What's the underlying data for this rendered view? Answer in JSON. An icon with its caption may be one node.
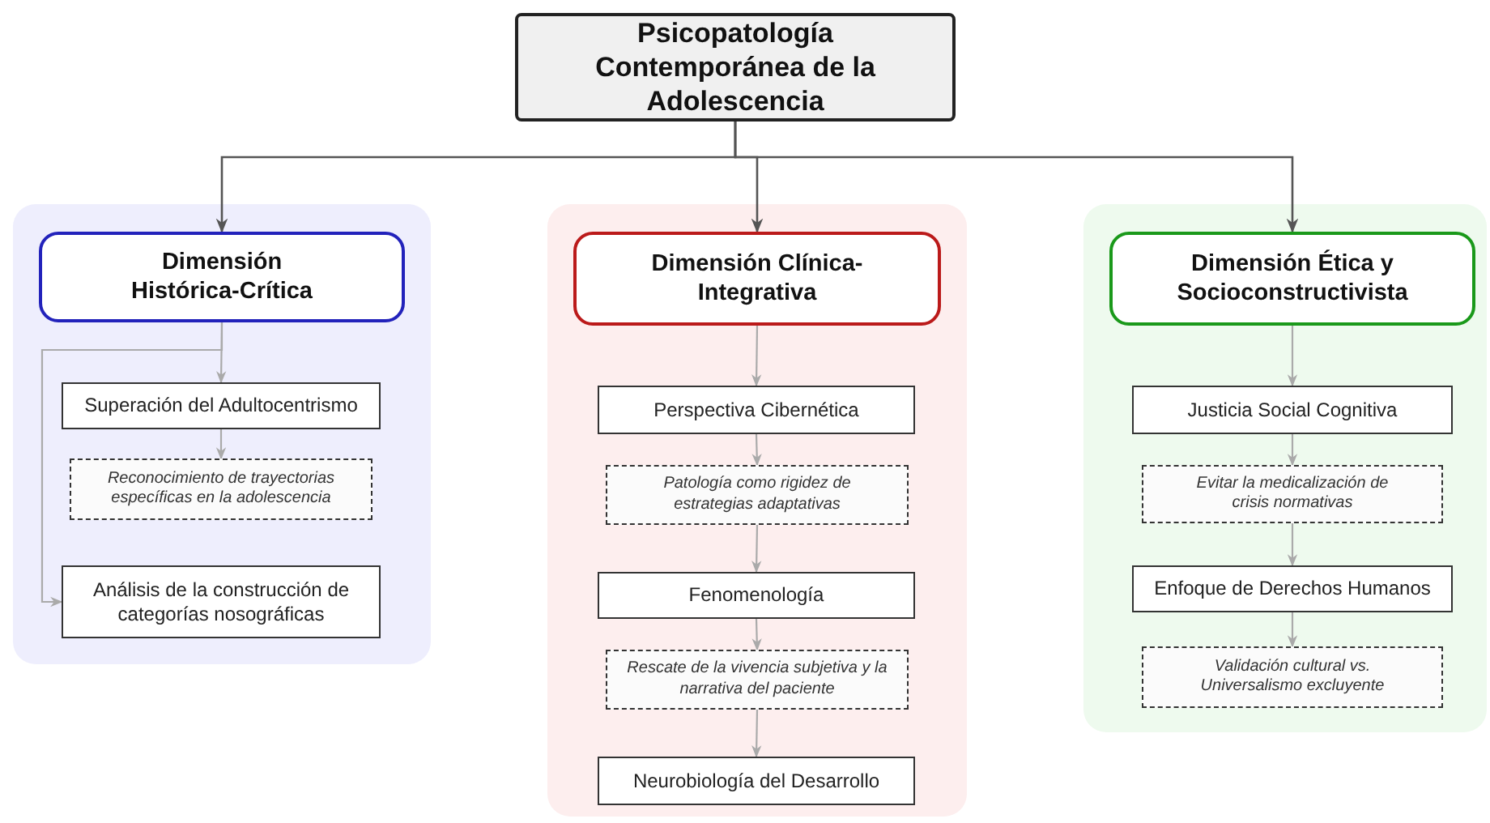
{
  "diagram": {
    "nodes": [
      {
        "text": [
          "Psicopatología Contemporánea de la Adolescencia"
        ]
      },
      {
        "text": [],
        "shape": "box"
      },
      {
        "text": [
          "Dimensión Histórica-Crítica"
        ],
        "in": 1
      },
      {
        "text": [
          "Superación del Adultocentrismo"
        ],
        "in": 1
      },
      {
        "text": [
          "Reconocimiento de trayectorias específicas en la adolescencia"
        ],
        "in": 1
      },
      {
        "text": [
          "Análisis de la construcción de categorías nosográficas"
        ],
        "in": 1
      },
      {
        "text": [],
        "shape": "box"
      },
      {
        "text": [
          "Dimensión Clínica-Integrativa"
        ],
        "in": 6
      },
      {
        "text": [
          "Perspectiva Cibernética"
        ],
        "in": 6
      },
      {
        "text": [
          "Patología como rigidez de estrategias adaptativas"
        ],
        "in": 6
      },
      {
        "text": [
          "Fenomenología"
        ],
        "in": 6
      },
      {
        "text": [
          "Rescate de la vivencia subjetiva y la narrativa del paciente"
        ],
        "in": 6
      },
      {
        "text": [
          "Neurobiología del Desarrollo"
        ],
        "in": 6
      },
      {
        "text": [],
        "shape": "box"
      },
      {
        "text": [
          "Dimensión Ética y Socioconstructivista"
        ],
        "in": 13
      },
      {
        "text": [
          "Justicia Social Cognitiva"
        ],
        "in": 13
      },
      {
        "text": [
          "Evitar la medicalización de crisis normativas"
        ],
        "in": 13
      },
      {
        "text": [
          "Enfoque de Derechos Humanos"
        ],
        "in": 13
      },
      {
        "text": [
          "Validación cultural vs. Universalismo excluyente"
        ],
        "in": 13
      }
    ],
    "edges": [
      {
        "from": 0,
        "to": 2,
        "arrow": "to",
        "color": "#555555"
      },
      {
        "from": 0,
        "to": 7,
        "arrow": "to",
        "color": "#555555"
      },
      {
        "from": 0,
        "to": 14,
        "arrow": "to",
        "color": "#555555"
      },
      {
        "from": 2,
        "to": 3,
        "arrow": "to"
      },
      {
        "from": 3,
        "to": 4,
        "arrow": "to"
      },
      {
        "from": 2,
        "to": 5,
        "arrow": "to"
      },
      {
        "from": 7,
        "to": 8,
        "arrow": "to"
      },
      {
        "from": 8,
        "to": 9,
        "arrow": "to"
      },
      {
        "from": 9,
        "to": 10,
        "arrow": "to"
      },
      {
        "from": 10,
        "to": 11,
        "arrow": "to"
      },
      {
        "from": 11,
        "to": 12,
        "arrow": "to"
      },
      {
        "from": 14,
        "to": 15,
        "arrow": "to"
      },
      {
        "from": 15,
        "to": 16,
        "arrow": "to"
      },
      {
        "from": 16,
        "to": 17,
        "arrow": "to"
      },
      {
        "from": 17,
        "to": 18,
        "arrow": "to"
      }
    ]
  }
}
